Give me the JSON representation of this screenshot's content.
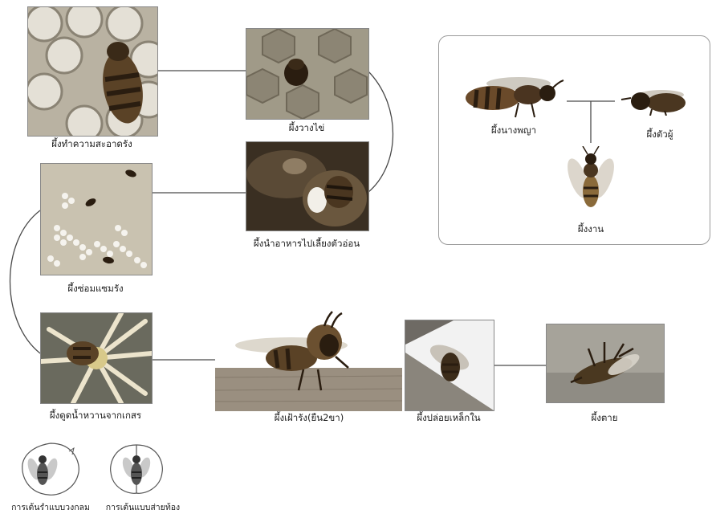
{
  "lifecycle": {
    "cleaning_cell": "ผึ้งทำความสะอาดรัง",
    "laying_egg": "ผึ้งวางไข่",
    "feeding_larvae": "ผึ้งนำอาหารไปเลี้ยงตัวอ่อน",
    "repairing_comb": "ผึ้งซ่อมแซมรัง",
    "collecting_nectar": "ผึ้งดูดน้ำหวานจากเกสร",
    "guarding_hive": "ผึ้งเฝ้ารัง(ยืน2ขา)",
    "releasing_sting": "ผึ้งปล่อยเหล็กใน",
    "dead_bee": "ผึ้งตาย"
  },
  "castes": {
    "queen": "ผึ้งนางพญา",
    "drone": "ผึ้งตัวผู้",
    "worker": "ผึ้งงาน"
  },
  "dances": {
    "round": "การเต้นรำแบบวงกลม",
    "waggle": "การเต้นแบบส่ายท้อง"
  },
  "colors": {
    "line": "#4a4a4a",
    "box_border": "#9a9a9a",
    "bee_body": "#5a4226",
    "bee_stripe": "#2a1d10",
    "comb": "#c9c2b0",
    "flower": "#e8e0c8",
    "wood": "#9a8f80"
  }
}
